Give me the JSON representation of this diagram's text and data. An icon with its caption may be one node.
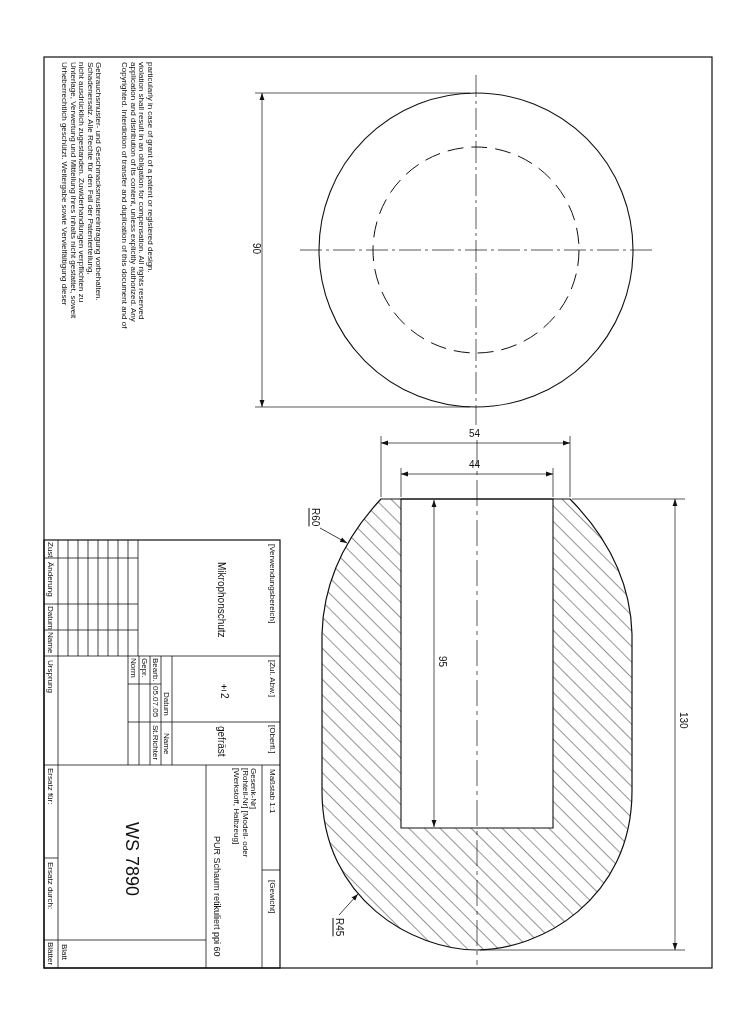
{
  "diagram": {
    "nodes": [
      {
        "text": [
          "R60"
        ]
      },
      {
        "text": [
          "R45"
        ]
      },
      {
        "text": [],
        "shape": "picture"
      }
    ],
    "edges": [
      {
        "from": 0,
        "to": 2,
        "arrow": "to"
      },
      {
        "from": 1,
        "to": 2,
        "arrow": "to"
      }
    ],
    "labels": [
      "Urheberrechtlich geschützt. Weitergabe sowie Vervielfältigung dieser Unterlage, Verwertung und Mitteilung ihres Inhalts nicht gestattet, soweit nicht ausdrücklich zugestanden. Zuwiderhandlungen verpflichten zu Schadenersatz. Alle Rechte für den Fall der Patenterteilung, Gebrauchsmuster- und Geschmacksmustereintragung vorbehalten.",
      "Copyrighted. Interdiction of transfer and duplication of this document and of application and distribution of its content, unless explicitly authorized. Any violation shall result in an obligation for compensation. All rights reserved particularly in case of grant of a patent or registered design.",
      "90",
      "54",
      "44",
      "95",
      "130",
      "[Verwendungsbereich]",
      "Mikrophonschutz",
      "[Zul. Abw.]",
      "±2",
      "[Oberfl.]",
      "gefräst",
      "Maßstab 1:1",
      "[Gewicht]",
      "[Werkstoff, Halbzeug] [Rohteil-Nr] [Modell- oder Gesenk-Nr]",
      "PUR Schaum retikuliert ppi 60",
      "Datum",
      "Name",
      "Bearb.",
      "05.07.05",
      "St.Richter",
      "Gepr.",
      "Norm",
      "WS 7890",
      "Blatt",
      "Zust",
      "Änderung",
      "Datum",
      "Name",
      "Ursprung",
      "Ersatz für:",
      "Ersatz durch:",
      "Blätter"
    ]
  }
}
